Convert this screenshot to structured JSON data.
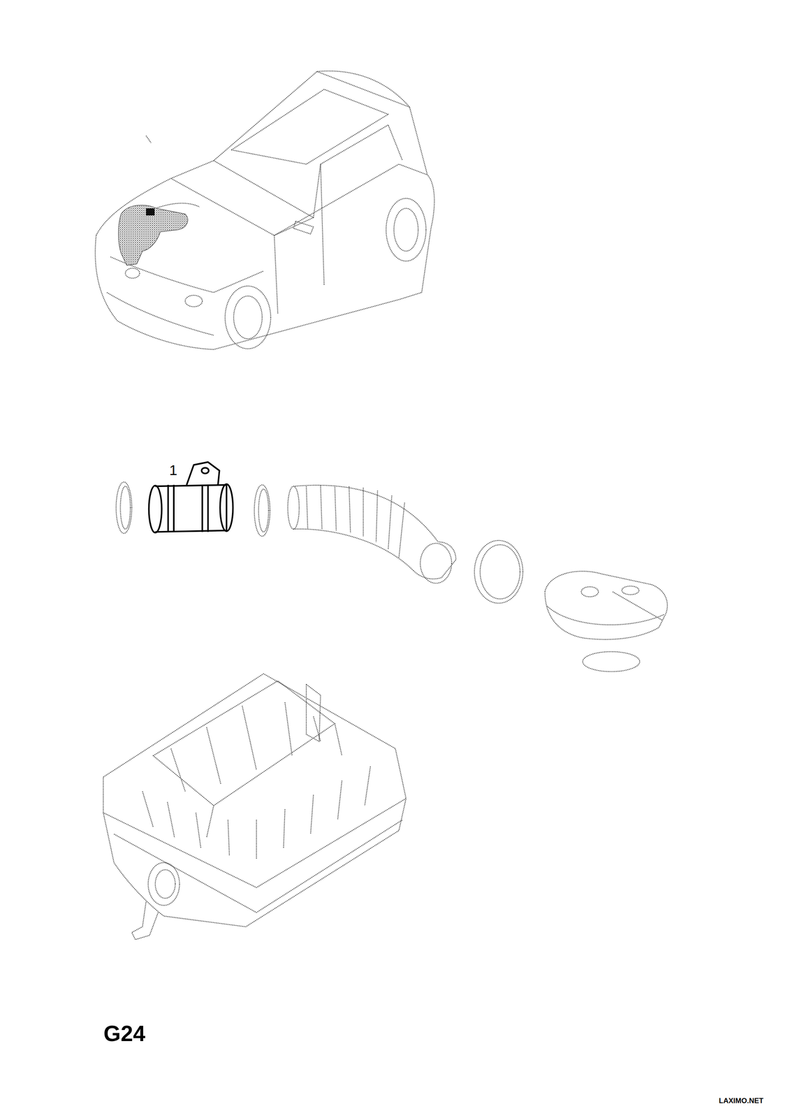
{
  "diagram": {
    "labels": [
      "1",
      "G24",
      "LAXIMO.NET"
    ]
  }
}
